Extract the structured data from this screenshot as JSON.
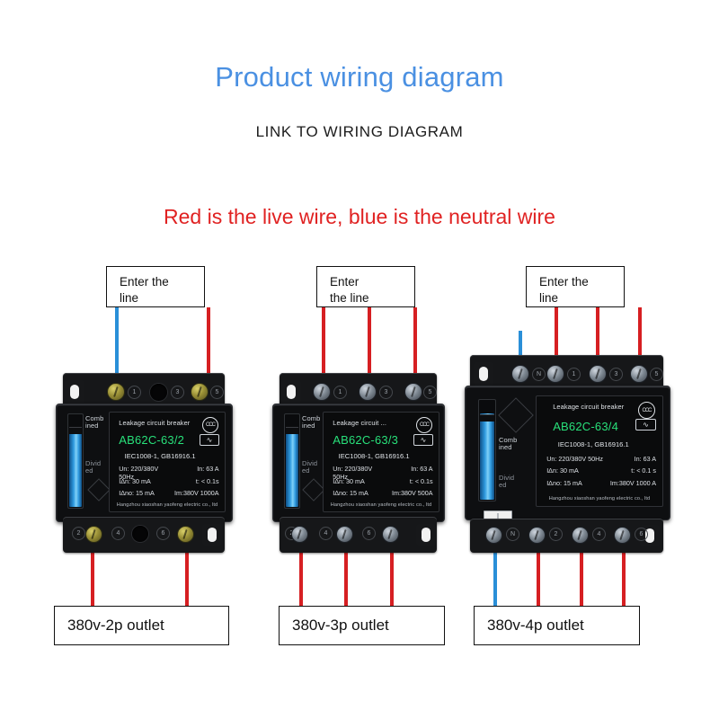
{
  "headings": {
    "title": "Product wiring diagram",
    "subtitle": "LINK TO WIRING DIAGRAM",
    "warning": "Red is the live wire, blue is the neutral wire"
  },
  "colors": {
    "title_blue": "#4a90e2",
    "warning_red": "#e02222",
    "wire_live_red": "#d61f22",
    "wire_neutral_blue": "#2a8fd8",
    "model_green": "#28e07a"
  },
  "callouts": {
    "top": [
      {
        "line1": "Enter the",
        "line2": "line"
      },
      {
        "line1": "Enter",
        "line2": "the line"
      },
      {
        "line1": "Enter the",
        "line2": "line"
      }
    ],
    "bottom": [
      {
        "text": "380v-2p outlet"
      },
      {
        "text": "380v-3p outlet"
      },
      {
        "text": "380v-4p outlet"
      }
    ]
  },
  "devices": [
    {
      "id": "device-2p",
      "plate": {
        "head": "Leakage circuit breaker",
        "model": "AB62C-63/2",
        "standard": "IEC1008-1, GB16916.1",
        "rows": [
          {
            "left": "Un: 220/380V 50Hz",
            "right": "In:  63 A"
          },
          {
            "left": "IΔn:  30  mA",
            "right": "t: < 0.1s"
          },
          {
            "left": "IΔno: 15  mA",
            "right": "Im:380V 1000A"
          }
        ],
        "maker": "Hangzhou xiaoshan yaofeng electric co., ltd",
        "ccc": "CCC",
        "test_badge": "∿"
      },
      "slider": {
        "top_label": "Comb\nined",
        "bottom_label": "Divid\ned"
      },
      "terminal_numbers_top": [
        "1",
        "3",
        "5"
      ],
      "terminal_numbers_bottom": [
        "2",
        "4",
        "6"
      ],
      "wires_top": [
        "blue",
        "red"
      ],
      "wires_bottom": [
        "red",
        "red"
      ]
    },
    {
      "id": "device-3p",
      "plate": {
        "head": "Leakage circuit ...",
        "model": "AB62C-63/3",
        "standard": "IEC1008-1, GB16916.1",
        "rows": [
          {
            "left": "Un: 220/380V 50Hz",
            "right": "In:  63  A"
          },
          {
            "left": "IΔn:  30  mA",
            "right": "t: < 0.1s"
          },
          {
            "left": "IΔno: 15  mA",
            "right": "Im:380V  500A"
          }
        ],
        "maker": "Hangzhou xiaoshan yaofeng electric co., ltd",
        "ccc": "CCC",
        "test_badge": "∿"
      },
      "slider": {
        "top_label": "Comb\nined",
        "bottom_label": "Divid\ned"
      },
      "terminal_numbers_top": [
        "1",
        "3",
        "5"
      ],
      "terminal_numbers_bottom": [
        "2",
        "4",
        "6"
      ],
      "wires_top": [
        "red",
        "red",
        "red"
      ],
      "wires_bottom": [
        "red",
        "red",
        "red"
      ]
    },
    {
      "id": "device-4p",
      "plate": {
        "head": "Leakage circuit breaker",
        "model": "AB62C-63/4",
        "standard": "IEC1008-1, GB16916.1",
        "rows": [
          {
            "left": "Un: 220/380V  50Hz",
            "right": "In:  63 A"
          },
          {
            "left": "IΔn:   30  mA",
            "right": "t: < 0.1 s"
          },
          {
            "left": "IΔno:  15   mA",
            "right": "Im:380V  1000 A"
          }
        ],
        "maker": "Hangzhou xiaoshan yaofeng electric co., ltd",
        "ccc": "CCC",
        "test_badge": "∿"
      },
      "slider": {
        "top_label": "Comb\nined",
        "bottom_label": "Divid\ned"
      },
      "terminal_numbers_top": [
        "N",
        "1",
        "3",
        "5"
      ],
      "terminal_numbers_bottom": [
        "N",
        "2",
        "4",
        "6"
      ],
      "wires_top": [
        "blue",
        "red",
        "red",
        "red"
      ],
      "wires_bottom": [
        "blue",
        "red",
        "red",
        "red"
      ]
    }
  ]
}
